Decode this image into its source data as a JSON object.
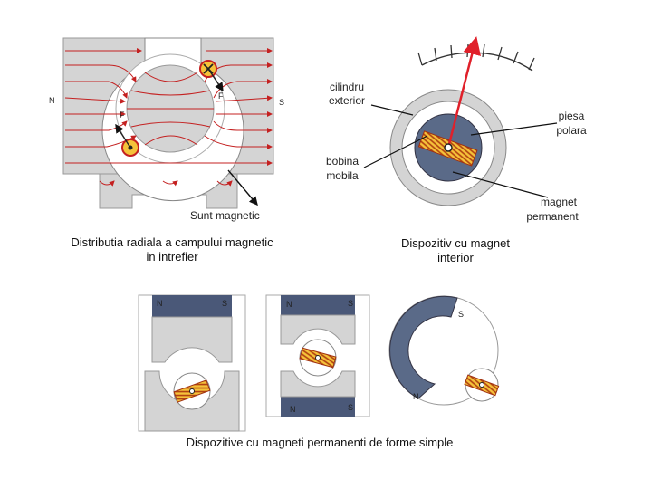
{
  "fig1": {
    "north": "N",
    "south": "S",
    "force": "F",
    "shunt": "Sunt magnetic"
  },
  "fig2": {
    "outer_cyl_1": "cilindru",
    "outer_cyl_2": "exterior",
    "pole_piece_1": "piesa",
    "pole_piece_2": "polara",
    "coil_1": "bobina",
    "coil_2": "mobila",
    "magnet_1": "magnet",
    "magnet_2": "permanent"
  },
  "devices": {
    "north": "N",
    "south": "S"
  },
  "captions": {
    "radial_1": "Distributia radiala a campului magnetic",
    "radial_2": "in intrefier",
    "inner_1": "Dispozitiv cu magnet",
    "inner_2": "interior",
    "simple": "Dispozitive cu magneti permanenti de forme simple"
  },
  "colors": {
    "field_lines": "#c42020",
    "pointer": "#e0202a",
    "magnet": "#4a5878",
    "iron": "#d4d4d4",
    "coil": "#f5c23a"
  }
}
